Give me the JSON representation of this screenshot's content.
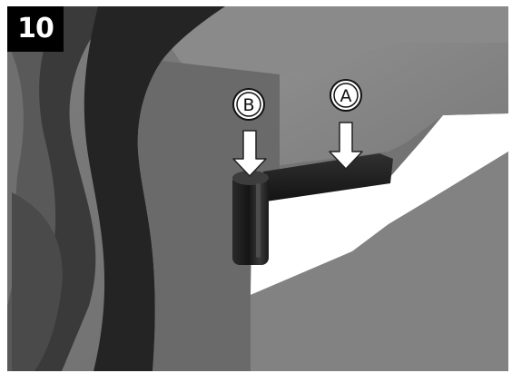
{
  "step": {
    "number": "10"
  },
  "callouts": [
    {
      "label": "B",
      "target": "vertical-post"
    },
    {
      "label": "A",
      "target": "horizontal-arm"
    }
  ],
  "colors": {
    "badge_background": "#000000",
    "badge_text": "#ffffff",
    "arrow": "#ffffff",
    "arrow_outline": "#222222",
    "part_dark": "#1b1b1b"
  }
}
